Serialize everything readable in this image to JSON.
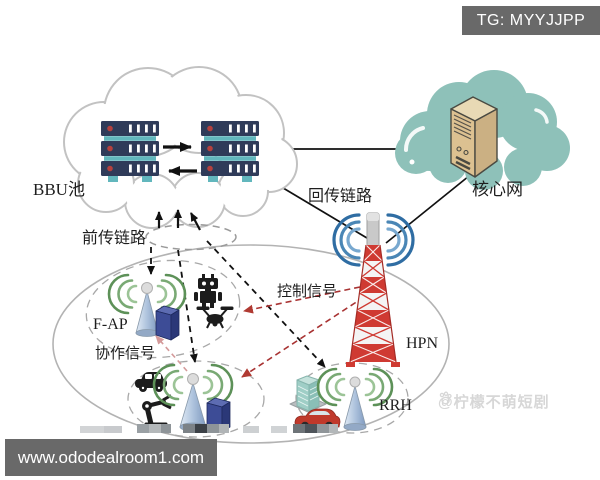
{
  "watermarks": {
    "telegram_tag": "TG: MYYJJPP",
    "website": "www.ododealroom1.com",
    "author_credit": "@柠檬不萌短剧"
  },
  "diagram": {
    "labels": {
      "bbu_pool": "BBU池",
      "fronthaul_link": "前传链路",
      "backhaul_link": "回传链路",
      "core_network": "核心网",
      "fap": "F-AP",
      "cooperation_signal": "协作信号",
      "control_signal": "控制信号",
      "hpn": "HPN",
      "rrh": "RRH"
    },
    "colors": {
      "core_cloud_teal": "#8ec1b9",
      "server_navy": "#2f3b59",
      "server_teal": "#62b7bd",
      "server_dot_red": "#b5413e",
      "tower_red": "#cf3a32",
      "wireless_blue": "#4a86b5",
      "wireless_green": "#79a974",
      "control_signal_red": "#a83232",
      "cooperation_pink": "#d49a9a",
      "watermark_gray": "#696969",
      "core_server_tan": "#dcc191"
    },
    "icons": [
      "bbu-cloud",
      "server-stack",
      "core-cloud",
      "core-server",
      "hpn-tower",
      "wireless-arcs",
      "antenna-cone",
      "edge-cube",
      "robot",
      "drone",
      "car",
      "robot-arm",
      "building",
      "red-car",
      "paw"
    ]
  }
}
